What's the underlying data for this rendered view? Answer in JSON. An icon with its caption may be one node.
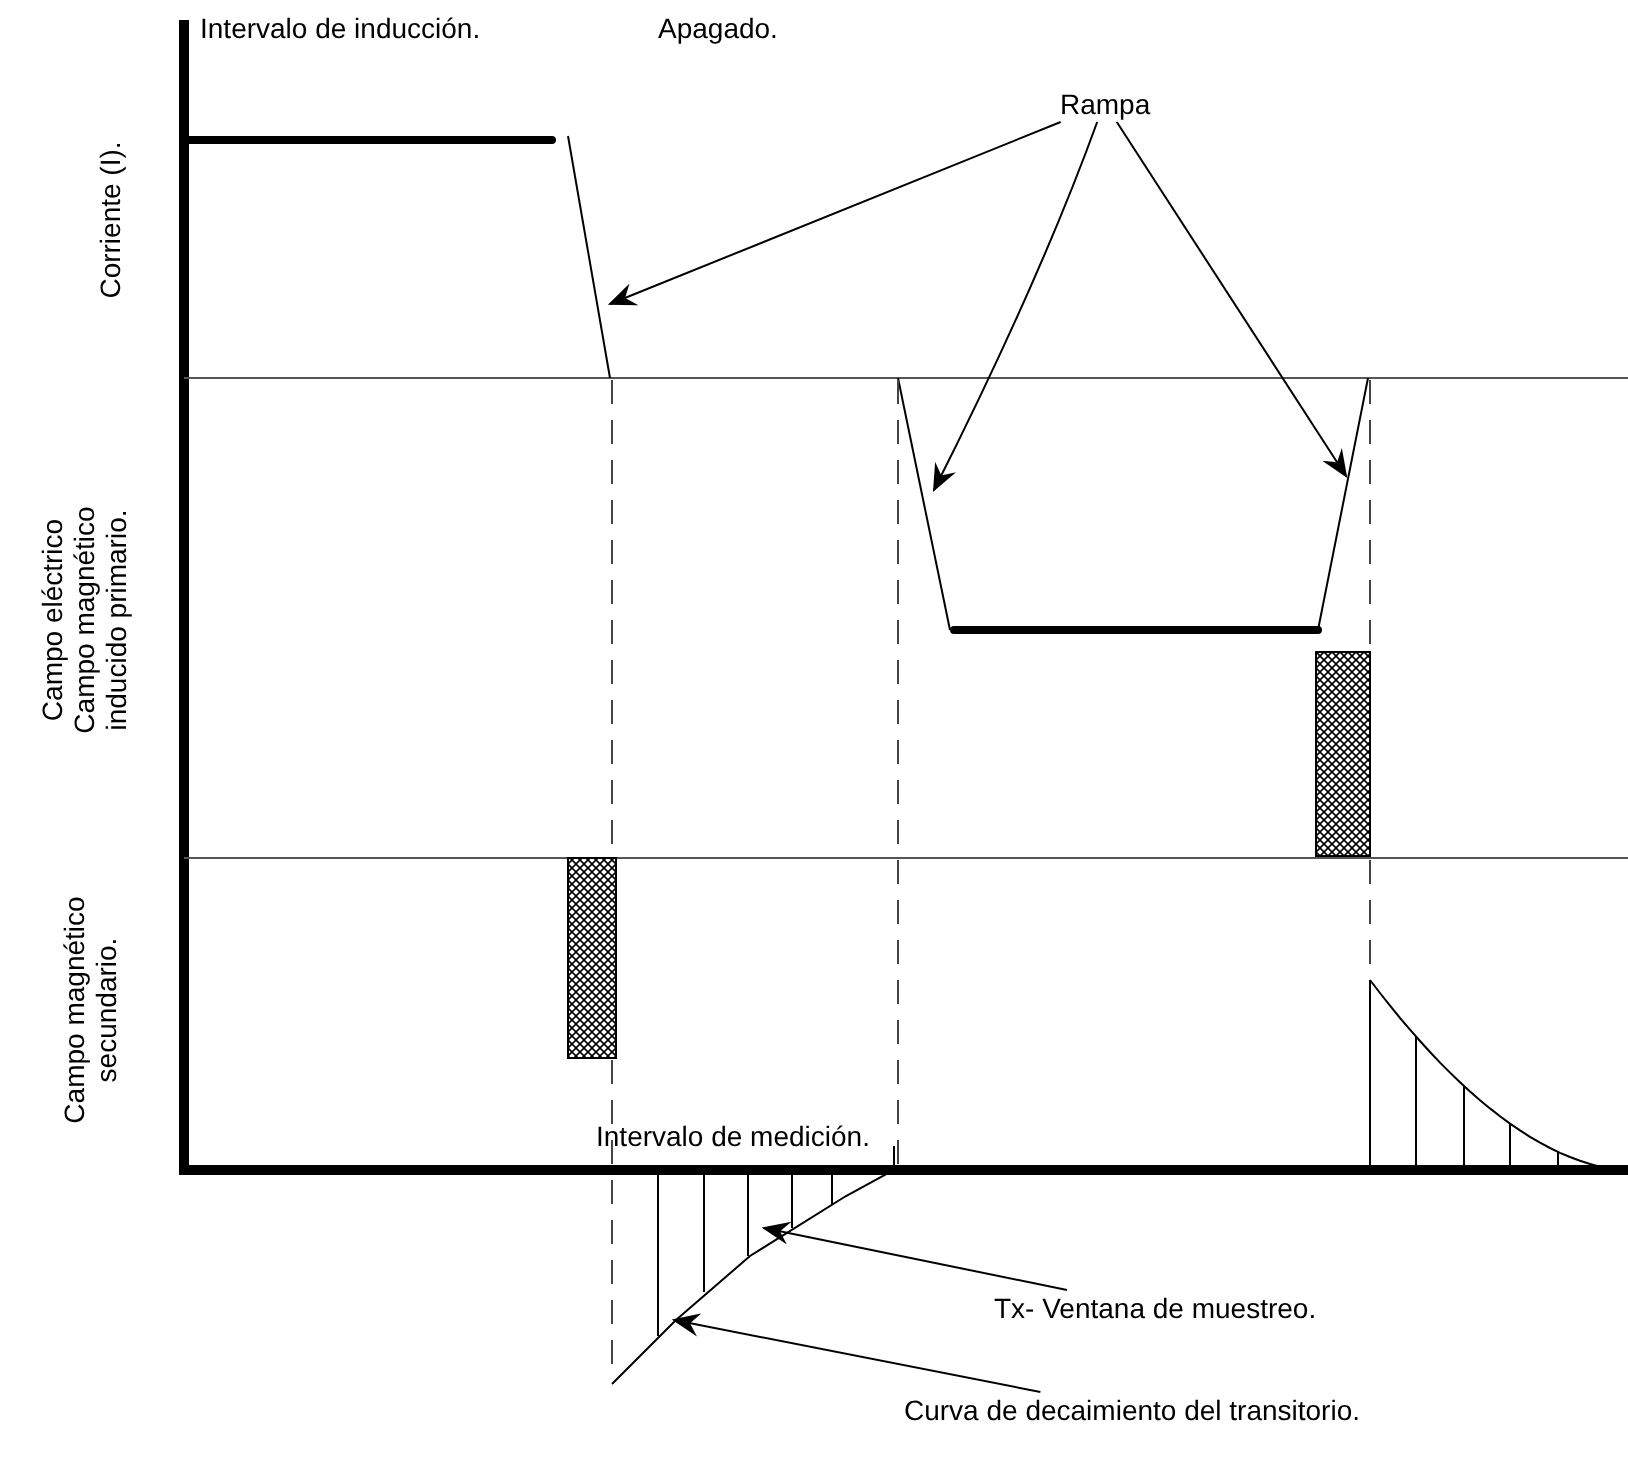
{
  "diagram": {
    "nodes": [
      {
        "text": [
          "Rampa"
        ]
      },
      {
        "text": [
          "Tx- Ventana de muestreo."
        ]
      },
      {
        "text": [
          "Curva de decaimiento del transitorio."
        ]
      }
    ],
    "edges": [
      {
        "from": 0,
        "to": null,
        "arrow": "to"
      },
      {
        "from": 0,
        "to": null,
        "arrow": "to"
      },
      {
        "from": 0,
        "to": null,
        "arrow": "to"
      },
      {
        "from": 1,
        "to": null,
        "arrow": "to"
      },
      {
        "from": 2,
        "to": null,
        "arrow": "to"
      }
    ],
    "labels": [
      "Intervalo de inducción.",
      "Apagado.",
      "Corriente (I).",
      "Campo eléctrico Campo magnético inducido primario.",
      "Campo magnético secundario.",
      "Intervalo de medición."
    ]
  }
}
